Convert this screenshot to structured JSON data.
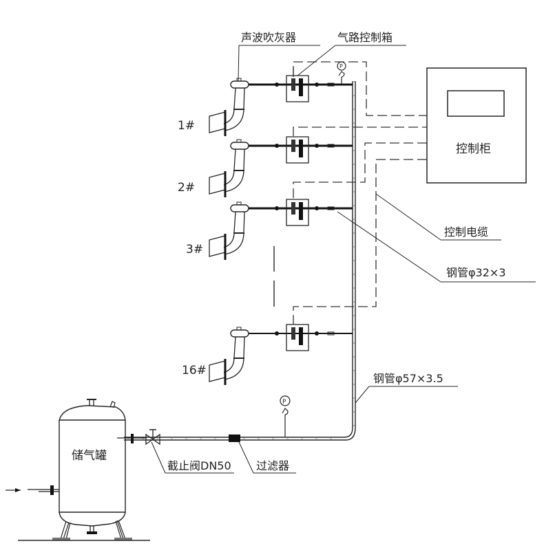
{
  "labels": {
    "blower": "声波吹灰器",
    "air_box": "气路控制箱",
    "control_cabinet": "控制柜",
    "control_cable": "控制电缆",
    "steel_pipe_small": "钢管φ32×3",
    "steel_pipe_main": "钢管φ57×3.5",
    "tank": "储气罐",
    "stop_valve": "截止阀DN50",
    "filter": "过滤器",
    "pressure_gauge_symbol": "P"
  },
  "units": [
    {
      "id": "1#"
    },
    {
      "id": "2#"
    },
    {
      "id": "3#"
    },
    {
      "id": "16#"
    }
  ],
  "colors": {
    "line": "#222222",
    "background": "#ffffff"
  }
}
